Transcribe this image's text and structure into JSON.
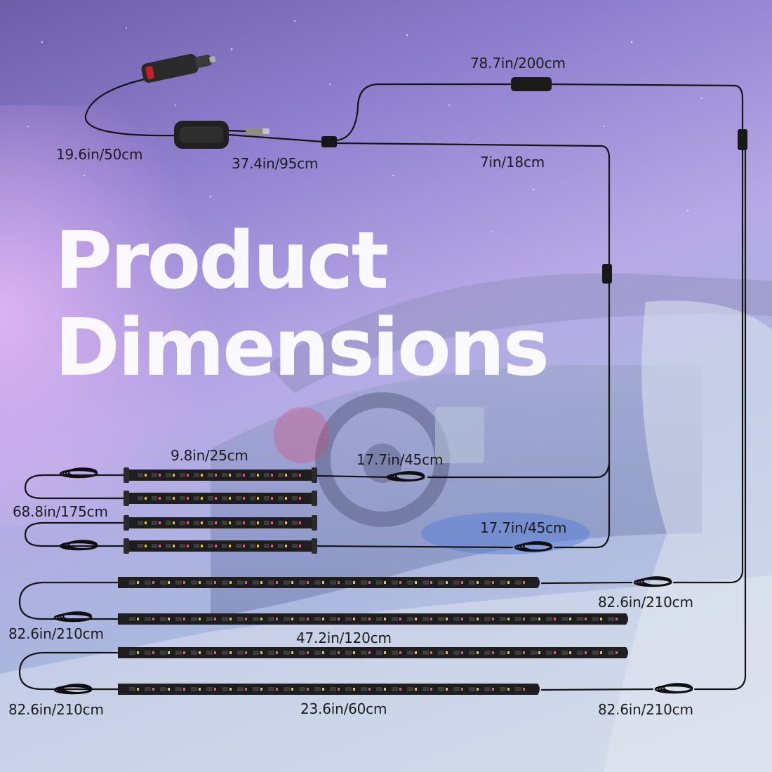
{
  "title": {
    "line1": "Product",
    "line2": "Dimensions"
  },
  "labels": {
    "power_cable": "19.6in/50cm",
    "controller_cable": "37.4in/95cm",
    "splitter_cable": "7in/18cm",
    "top_extension": "78.7in/200cm",
    "short_strip_length": "9.8in/25cm",
    "short_strip_cable_top": "17.7in/45cm",
    "short_strip_link": "68.8in/175cm",
    "short_strip_cable_bottom": "17.7in/45cm",
    "long_strip_cable_right_top": "82.6in/210cm",
    "long_strip_link_left_top": "82.6in/210cm",
    "long_strip_length_a": "47.2in/120cm",
    "long_strip_length_b": "23.6in/60cm",
    "long_strip_link_left_bottom": "82.6in/210cm",
    "long_strip_cable_right_bottom": "82.6in/210cm"
  },
  "colors": {
    "wire": "#151515",
    "strip_body": "#1e1e1e",
    "led_yellow": "#e4c24a",
    "led_pink": "#e05a7a",
    "plug_red": "#c8202a",
    "title": "#ffffff"
  },
  "icons": [
    "car-charger-plug-icon",
    "controller-box-icon",
    "usb-plug-icon",
    "cable-coil-icon"
  ]
}
